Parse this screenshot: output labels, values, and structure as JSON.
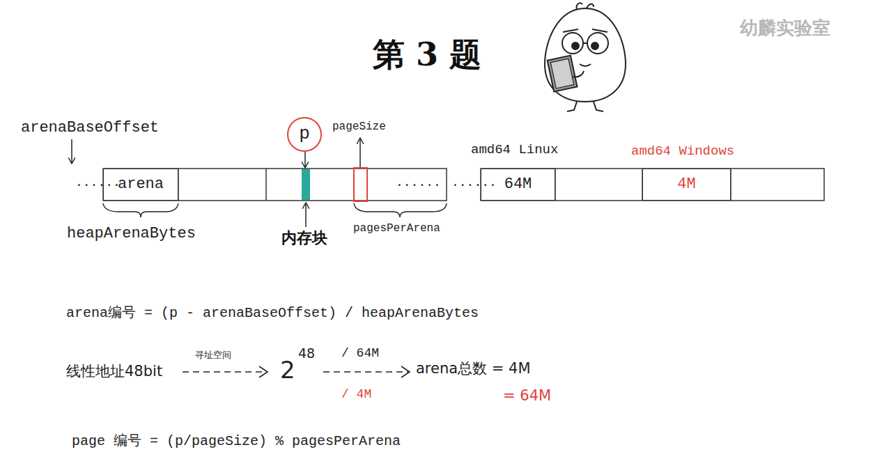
{
  "diagram": {
    "title": "第 3 题",
    "nodes": [
      {
        "text": [
          "p"
        ]
      },
      {
        "text": [
          "arena"
        ]
      },
      {
        "text": [
          "64M"
        ]
      },
      {
        "text": [
          "4M"
        ]
      }
    ],
    "labels": [
      "幼麟实验室",
      "arenaBaseOffset",
      "......",
      "pageSize",
      "......",
      "......",
      "amd64 Linux",
      "amd64 Windows",
      "heapArenaBytes",
      "内存块",
      "pagesPerArena",
      "arena编号 = (p - arenaBaseOffset) / heapArenaBytes",
      "线性地址48bit",
      "寻址空间",
      "2",
      "48",
      "/ 64M",
      "arena总数 = 4M",
      "/ 4M",
      "= 64M",
      "page 编号 = (p/pageSize) % pagesPerArena"
    ]
  }
}
